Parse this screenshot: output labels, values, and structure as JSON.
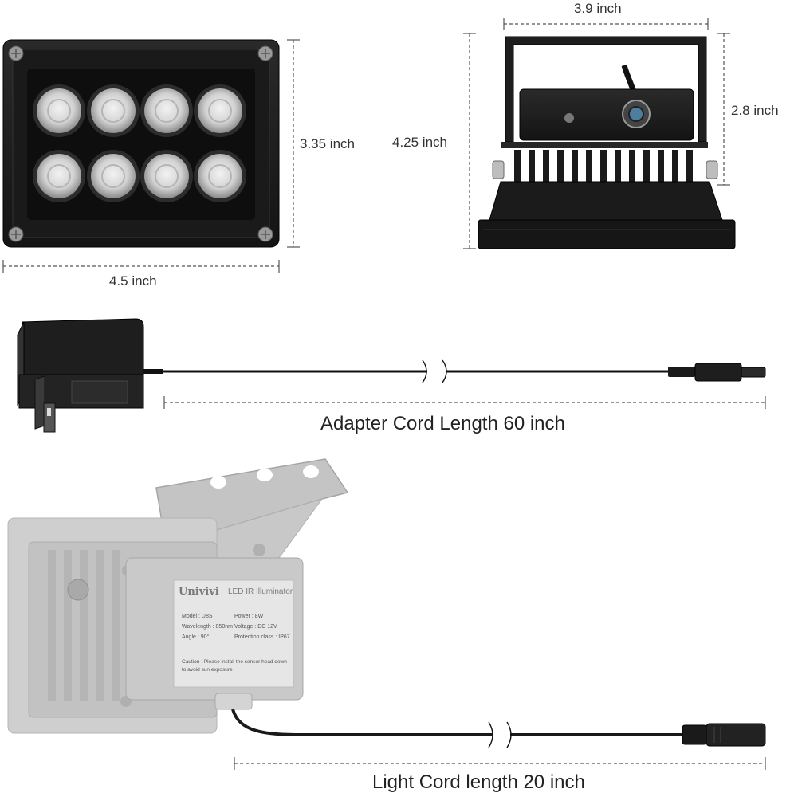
{
  "dimensions": {
    "front_width": "4.5 inch",
    "front_height": "3.35 inch",
    "back_width": "3.9 inch",
    "back_total_height": "4.25 inch",
    "back_body_height": "2.8 inch"
  },
  "cords": {
    "adapter": "Adapter Cord Length 60 inch",
    "light": "Light Cord length 20 inch"
  },
  "product_label": {
    "brand": "Univivi",
    "title": "LED IR Illuminator",
    "model": "Model : U8S",
    "power": "Power : 8W",
    "wavelength": "Wavelength : 850nm",
    "voltage": "Voltage : DC 12V",
    "angle": "Angle : 90°",
    "protection": "Protection class : IP67",
    "caution_1": "Caution : Please install the sensor head down",
    "caution_2": "to avoid sun exposure"
  },
  "colors": {
    "device_body": "#1c1c1c",
    "led": "#d9d9d9",
    "ghost_device": "#bdbdbd",
    "dimension_line": "#555555"
  }
}
